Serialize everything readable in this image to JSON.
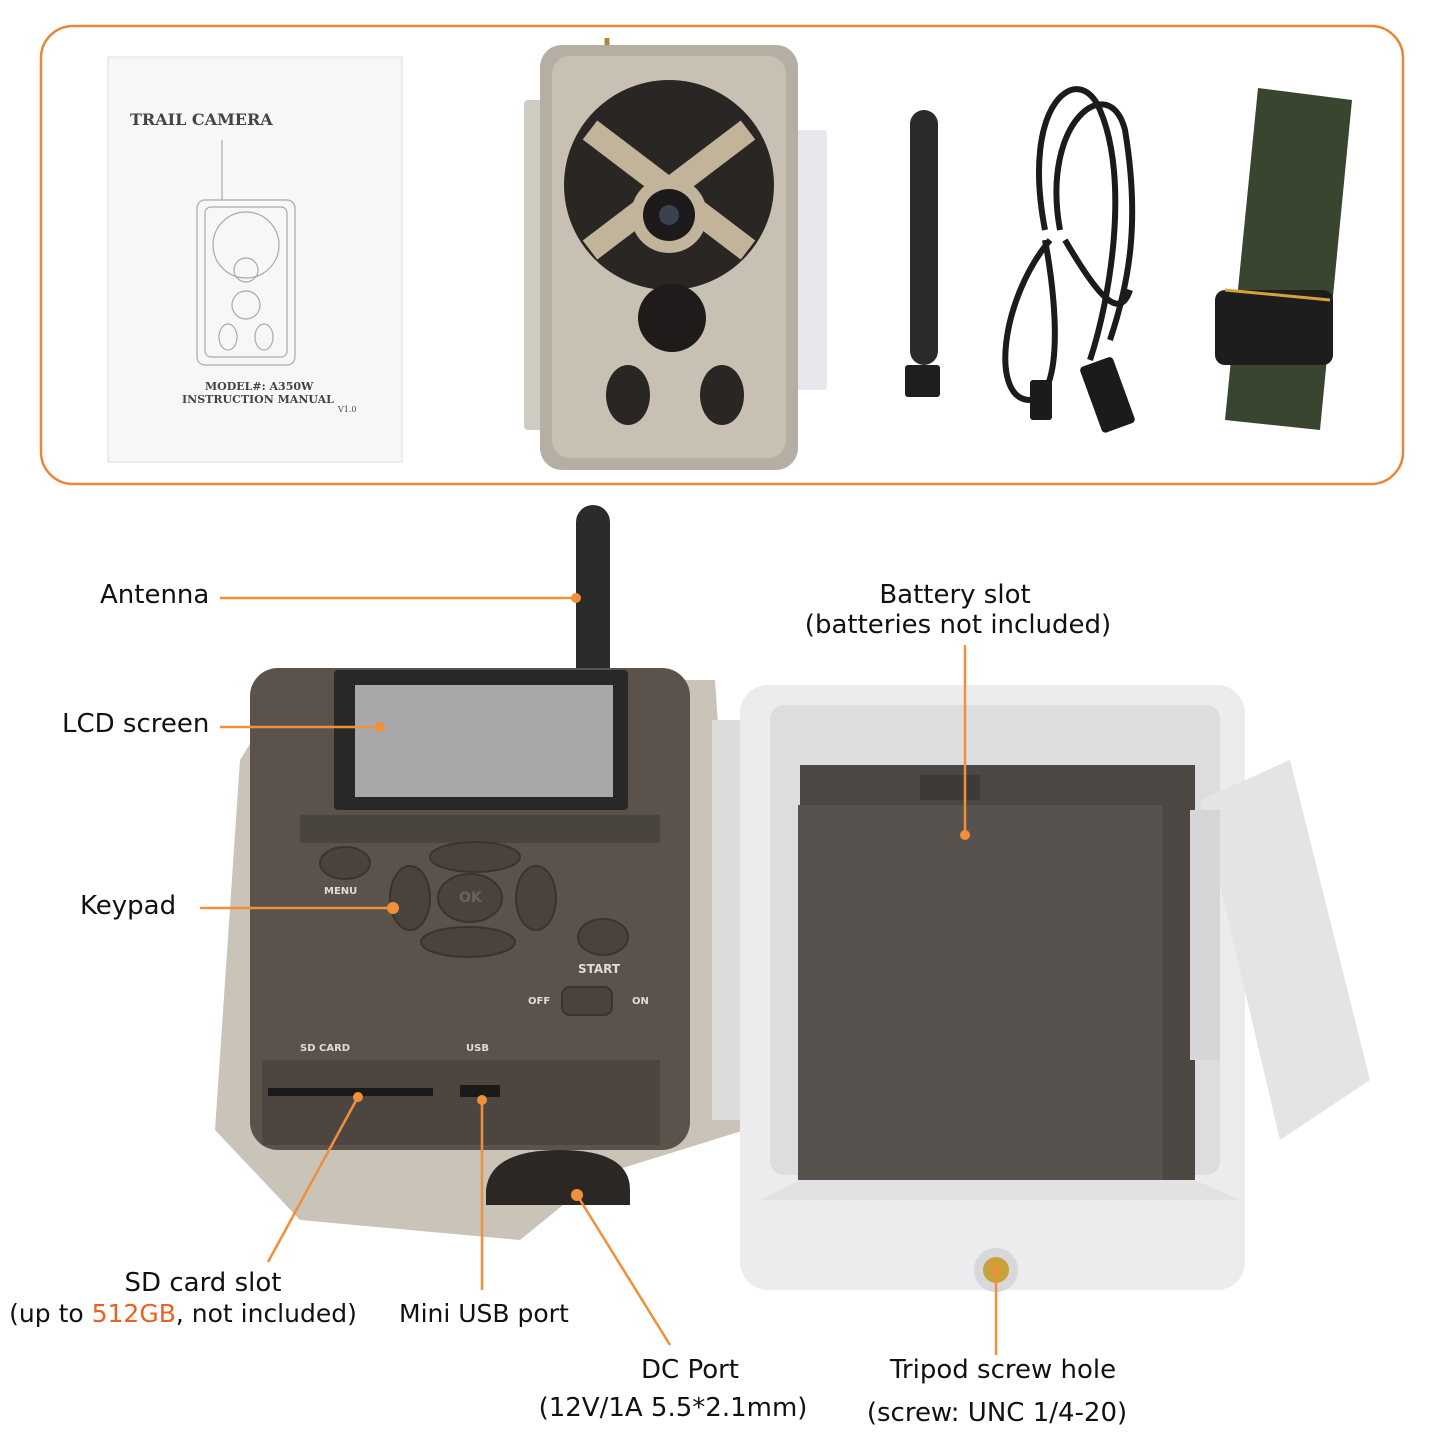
{
  "colors": {
    "accent": "#f0903a",
    "highlight": "#e8621f",
    "frame": "#e8873a"
  },
  "package_contents": {
    "manual": {
      "title": "TRAIL CAMERA",
      "model": "MODEL#: A350W",
      "subtitle": "INSTRUCTION MANUAL",
      "version": "V1.0"
    },
    "items": [
      "instruction-manual",
      "trail-camera",
      "antenna",
      "usb-cable",
      "strap"
    ]
  },
  "device_markings": {
    "menu": "MENU",
    "ok": "OK",
    "start": "START",
    "off": "OFF",
    "on": "ON",
    "sd_card": "SD CARD",
    "usb": "USB"
  },
  "callouts": {
    "antenna": "Antenna",
    "lcd": "LCD screen",
    "keypad": "Keypad",
    "battery": {
      "title": "Battery slot",
      "note": "(batteries not included)"
    },
    "sd": {
      "title": "SD card slot",
      "note_pre": "(up to ",
      "note_highlight": "512GB",
      "note_post": ", not included)"
    },
    "usb": "Mini USB port",
    "dc": {
      "title": "DC Port",
      "note": "(12V/1A 5.5*2.1mm)"
    },
    "tripod": {
      "title": "Tripod screw hole",
      "note": "(screw: UNC 1/4-20)"
    }
  }
}
